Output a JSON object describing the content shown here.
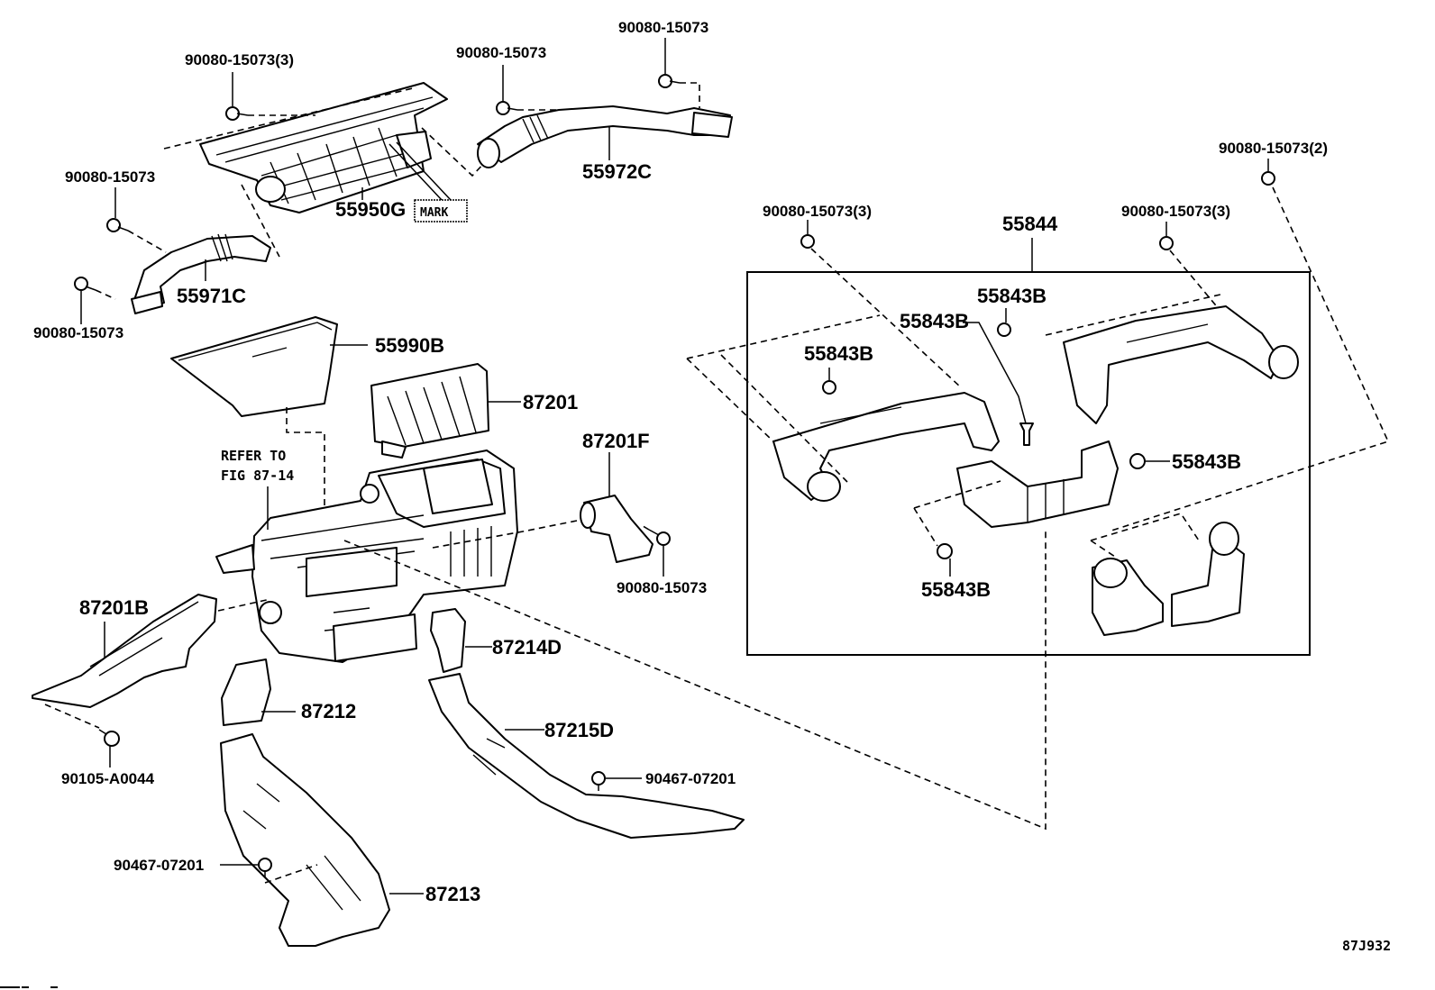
{
  "diagram": {
    "title": "Heater & air conditioner duct parts diagram",
    "figure_code": "87J932",
    "callouts": [
      {
        "id": "c1",
        "text": "90080-15073(3)"
      },
      {
        "id": "c2",
        "text": "90080-15073"
      },
      {
        "id": "c3",
        "text": "90080-15073"
      },
      {
        "id": "c4",
        "text": "55972C"
      },
      {
        "id": "c5",
        "text": "90080-15073"
      },
      {
        "id": "c6",
        "text": "55950G"
      },
      {
        "id": "c7",
        "text": "MARK"
      },
      {
        "id": "c8",
        "text": "55971C"
      },
      {
        "id": "c9",
        "text": "90080-15073"
      },
      {
        "id": "c10",
        "text": "55990B"
      },
      {
        "id": "c11",
        "text": "87201"
      },
      {
        "id": "c12",
        "text": "REFER TO"
      },
      {
        "id": "c13",
        "text": "FIG 87-14"
      },
      {
        "id": "c14",
        "text": "87201F"
      },
      {
        "id": "c15",
        "text": "90080-15073"
      },
      {
        "id": "c16",
        "text": "87201B"
      },
      {
        "id": "c17",
        "text": "87214D"
      },
      {
        "id": "c18",
        "text": "87212"
      },
      {
        "id": "c19",
        "text": "90105-A0044"
      },
      {
        "id": "c20",
        "text": "87215D"
      },
      {
        "id": "c21",
        "text": "90467-07201"
      },
      {
        "id": "c22",
        "text": "90467-07201"
      },
      {
        "id": "c23",
        "text": "87213"
      },
      {
        "id": "c24",
        "text": "90080-15073(2)"
      },
      {
        "id": "c25",
        "text": "90080-15073(3)"
      },
      {
        "id": "c26",
        "text": "55844"
      },
      {
        "id": "c27",
        "text": "90080-15073(3)"
      },
      {
        "id": "c28",
        "text": "55843B"
      },
      {
        "id": "c29",
        "text": "55843B"
      },
      {
        "id": "c30",
        "text": "55843B"
      },
      {
        "id": "c31",
        "text": "55843B"
      },
      {
        "id": "c32",
        "text": "55843B"
      }
    ]
  }
}
